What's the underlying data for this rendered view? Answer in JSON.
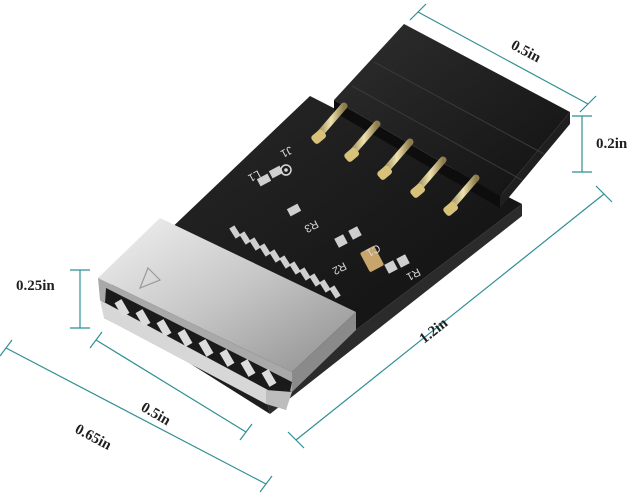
{
  "dimensions": {
    "header_length": "0.5in",
    "header_height": "0.2in",
    "board_length": "1.2in",
    "port_height": "0.25in",
    "port_width": "0.5in",
    "board_width": "0.65in"
  },
  "silkscreen": {
    "j1": "J1",
    "l1": "L1",
    "r3": "R3",
    "c1": "C1",
    "r2": "R2",
    "r1": "R1"
  },
  "colors": {
    "pcb": "#141414",
    "header": "#1a1a1a",
    "metal": "#c9c9c9",
    "gold": "#d8c27a",
    "dimension_line": "#2f8f93"
  }
}
